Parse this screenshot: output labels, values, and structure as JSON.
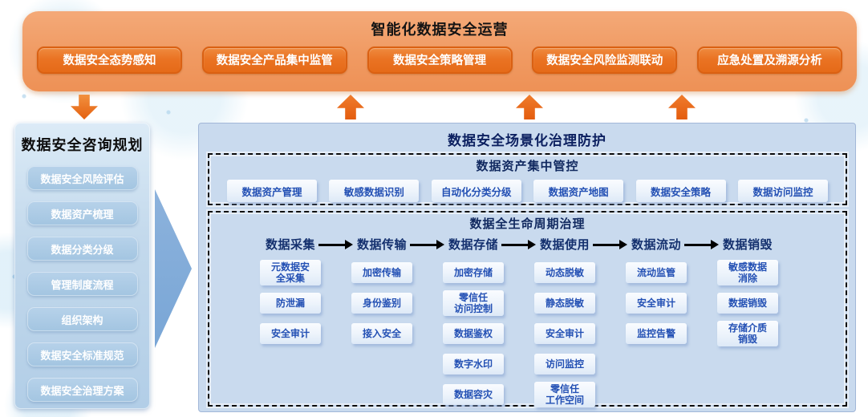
{
  "top": {
    "title": "智能化数据安全运营",
    "buttons": [
      "数据安全态势感知",
      "数据安全产品集中监管",
      "数据安全策略管理",
      "数据安全风险监测联动",
      "应急处置及溯源分析"
    ]
  },
  "left": {
    "title": "数据安全咨询规划",
    "items": [
      "数据安全风险评估",
      "数据资产梳理",
      "数据分类分级",
      "管理制度流程",
      "组织架构",
      "数据安全标准规范",
      "数据安全治理方案"
    ]
  },
  "right": {
    "title": "数据安全场景化治理防护",
    "asset_control": {
      "title": "数据资产集中管控",
      "items": [
        "数据资产管理",
        "敏感数据识别",
        "自动化分类分级",
        "数据资产地图",
        "数据安全策略",
        "数据访问监控"
      ]
    },
    "lifecycle": {
      "title": "数据全生命周期治理",
      "stages": [
        {
          "label": "数据采集",
          "items": [
            "元数据安\n全采集",
            "防泄漏",
            "安全审计"
          ]
        },
        {
          "label": "数据传输",
          "items": [
            "加密传输",
            "身份鉴别",
            "接入安全"
          ]
        },
        {
          "label": "数据存储",
          "items": [
            "加密存储",
            "零信任\n访问控制",
            "数据鉴权",
            "数字水印",
            "数据容灾"
          ]
        },
        {
          "label": "数据使用",
          "items": [
            "动态脱敏",
            "静态脱敏",
            "安全审计",
            "访问监控",
            "零信任\n工作空间"
          ]
        },
        {
          "label": "数据流动",
          "items": [
            "流动监管",
            "安全审计",
            "监控告警"
          ]
        },
        {
          "label": "数据销毁",
          "items": [
            "敏感数据\n消除",
            "数据销毁",
            "存储介质\n销毁"
          ]
        }
      ]
    }
  },
  "colors": {
    "orange_panel": "#f09a62",
    "orange_button": "#ea7323",
    "arrow_orange": "#e4600f",
    "left_panel_blue": "#c3d9ec",
    "left_item_blue": "#a3c5e1",
    "right_panel_blue": "#c9daee",
    "item_text_blue": "#2350b4",
    "title_navy": "#0c2060"
  }
}
